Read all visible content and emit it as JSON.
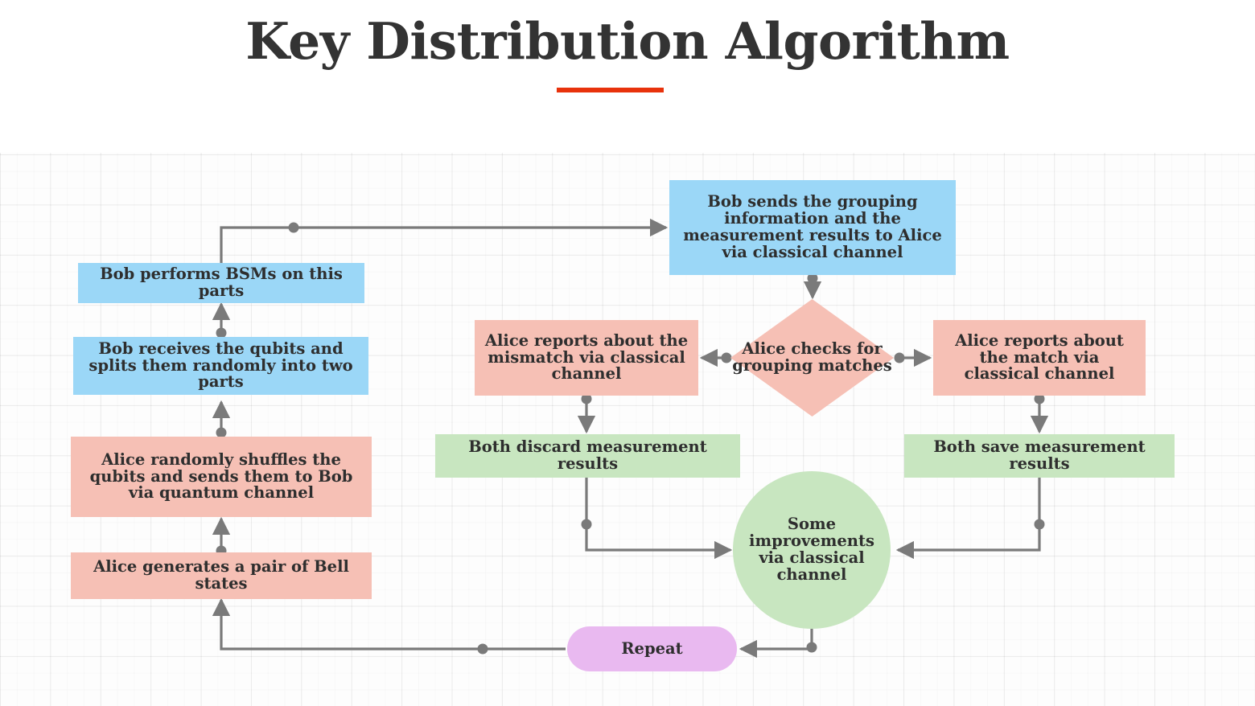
{
  "header": {
    "title": "Key Distribution Algorithm",
    "rule_color": "#e8320c"
  },
  "palette": {
    "blue": "#9bd7f7",
    "pink": "#f6c0b5",
    "green": "#c8e6c0",
    "purple": "#e9b9f0",
    "connector": "#7a7a7a",
    "text": "#2e2e2e",
    "canvas": "#fdfdfd"
  },
  "diagram": {
    "nodes": {
      "bell_states": {
        "label": "Alice generates a pair of Bell states",
        "shape": "rect",
        "color": "pink"
      },
      "shuffle_send": {
        "label": "Alice randomly shuffles the qubits and sends them to Bob via quantum channel",
        "shape": "rect",
        "color": "pink"
      },
      "bob_receives": {
        "label": "Bob receives the qubits and splits them randomly into two parts",
        "shape": "rect",
        "color": "blue"
      },
      "bob_bsm": {
        "label": "Bob performs BSMs on this parts",
        "shape": "rect",
        "color": "blue"
      },
      "bob_sends": {
        "label": "Bob sends the grouping information and the measurement results to Alice via classical channel",
        "shape": "rect",
        "color": "blue"
      },
      "alice_checks": {
        "label": "Alice checks for grouping matches",
        "shape": "diamond",
        "color": "pink"
      },
      "reports_mismatch": {
        "label": "Alice reports about the mismatch via classical channel",
        "shape": "rect",
        "color": "pink"
      },
      "reports_match": {
        "label": "Alice reports about the match via classical channel",
        "shape": "rect",
        "color": "pink"
      },
      "discard_results": {
        "label": "Both discard measurement results",
        "shape": "rect",
        "color": "green"
      },
      "save_results": {
        "label": "Both save measurement results",
        "shape": "rect",
        "color": "green"
      },
      "improvements": {
        "label": "Some improvements via classical channel",
        "shape": "circle",
        "color": "green"
      },
      "repeat": {
        "label": "Repeat",
        "shape": "pill",
        "color": "purple"
      }
    },
    "edges": [
      {
        "from": "bell_states",
        "to": "shuffle_send"
      },
      {
        "from": "shuffle_send",
        "to": "bob_receives"
      },
      {
        "from": "bob_receives",
        "to": "bob_bsm"
      },
      {
        "from": "bob_bsm",
        "to": "bob_sends"
      },
      {
        "from": "bob_sends",
        "to": "alice_checks"
      },
      {
        "from": "alice_checks",
        "to": "reports_mismatch"
      },
      {
        "from": "alice_checks",
        "to": "reports_match"
      },
      {
        "from": "reports_mismatch",
        "to": "discard_results"
      },
      {
        "from": "reports_match",
        "to": "save_results"
      },
      {
        "from": "discard_results",
        "to": "improvements"
      },
      {
        "from": "save_results",
        "to": "improvements"
      },
      {
        "from": "improvements",
        "to": "repeat"
      },
      {
        "from": "repeat",
        "to": "bell_states"
      }
    ]
  }
}
